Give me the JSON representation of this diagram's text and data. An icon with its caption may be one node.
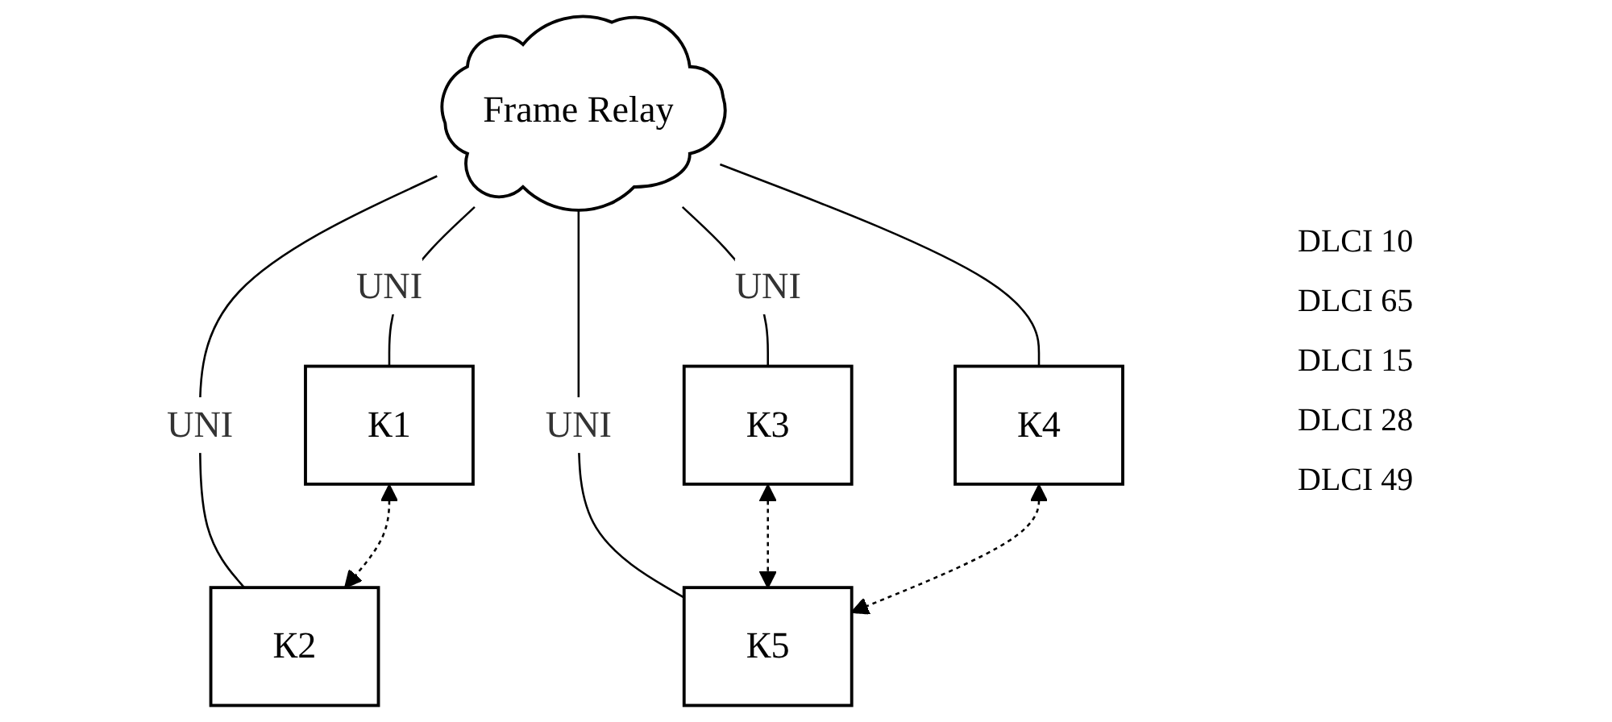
{
  "diagram": {
    "nodes": [
      {
        "text": [
          "К2"
        ]
      },
      {
        "text": [
          "К1"
        ]
      },
      {
        "text": [
          "Frame Relay"
        ]
      },
      {
        "text": [
          "К3"
        ]
      },
      {
        "text": [
          "К4"
        ]
      },
      {
        "text": [
          "К5"
        ]
      }
    ],
    "edges": [
      {
        "from": 2,
        "to": 0,
        "arrow": "none",
        "label": "UNI"
      },
      {
        "from": 2,
        "to": 1,
        "arrow": "none",
        "label": "UNI"
      },
      {
        "from": 2,
        "to": 3,
        "arrow": "none",
        "label": "UNI"
      },
      {
        "from": 2,
        "to": 4,
        "arrow": "none"
      },
      {
        "from": 2,
        "to": 5,
        "arrow": "none",
        "label": "UNI"
      },
      {
        "from": 1,
        "to": 0,
        "arrow": "both",
        "style": "dashed"
      },
      {
        "from": 3,
        "to": 5,
        "arrow": "both",
        "style": "dashed"
      },
      {
        "from": 4,
        "to": 5,
        "arrow": "both",
        "style": "dashed"
      }
    ],
    "labels": [
      "DLCI 10",
      "DLCI 65",
      "DLCI 15",
      "DLCI 28",
      "DLCI 49"
    ]
  }
}
